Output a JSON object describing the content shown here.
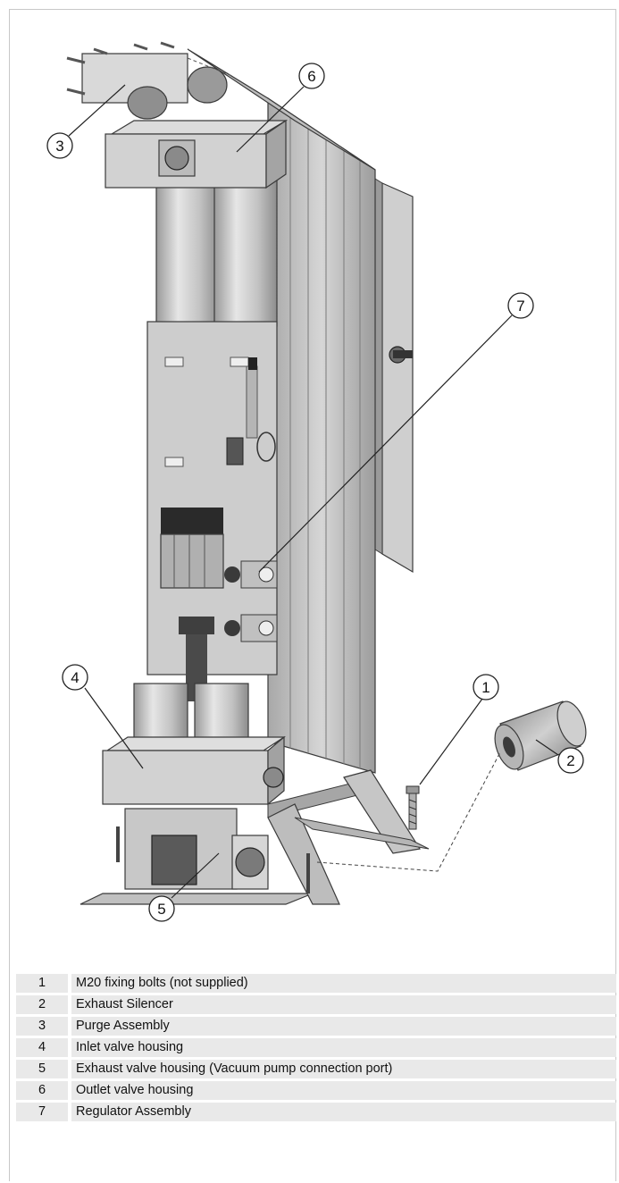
{
  "callouts": [
    {
      "num": "1"
    },
    {
      "num": "2"
    },
    {
      "num": "3"
    },
    {
      "num": "4"
    },
    {
      "num": "5"
    },
    {
      "num": "6"
    },
    {
      "num": "7"
    }
  ],
  "legend": [
    {
      "num": "1",
      "label": "M20 fixing bolts (not supplied)"
    },
    {
      "num": "2",
      "label": "Exhaust Silencer"
    },
    {
      "num": "3",
      "label": "Purge Assembly"
    },
    {
      "num": "4",
      "label": "Inlet valve housing"
    },
    {
      "num": "5",
      "label": "Exhaust valve housing (Vacuum pump connection port)"
    },
    {
      "num": "6",
      "label": "Outlet valve housing"
    },
    {
      "num": "7",
      "label": "Regulator Assembly"
    }
  ],
  "colors": {
    "body_light": "#d9d9d9",
    "body_mid": "#bcbcbc",
    "body_dark": "#8e8e8e",
    "outline": "#3a3a3a",
    "legend_bg": "#e9e9e9"
  }
}
